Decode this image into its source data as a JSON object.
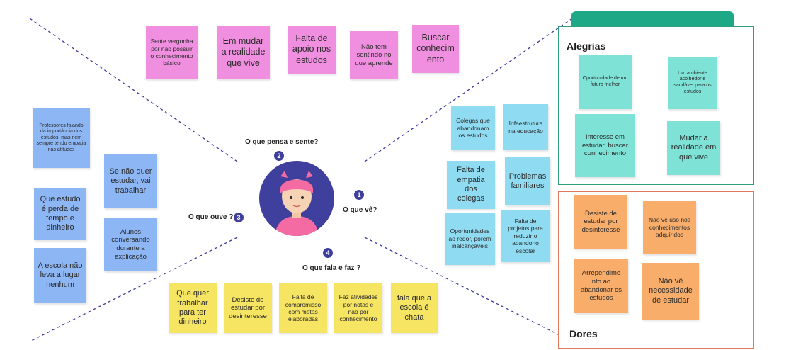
{
  "center": {
    "questions": {
      "think_feel": "O que pensa e sente?",
      "see": "O que vê?",
      "hear": "O que ouve ?",
      "say_do": "O que fala e faz ?"
    },
    "numbers": [
      "1",
      "2",
      "3",
      "4"
    ],
    "avatar_icon": "person-avatar-icon",
    "colors": {
      "circle": "#3f3f9e",
      "dashes": "#3a3aa0"
    }
  },
  "think_feel": {
    "notes": [
      "Sente vergonha por não possuir o conhecimento básico",
      "Em mudar a realidade que vive",
      "Falta de apoio nos estudos",
      "Não tem sentindo no que aprende",
      "Buscar conhecim ento"
    ]
  },
  "hear": {
    "notes": [
      "Professores falando da importância dos estudos, mas nem sempre tendo empatia nas atitudes",
      "Se não quer estudar, vai trabalhar",
      "Que estudo é perda de tempo e dinheiro",
      "Alunos conversando durante a explicação",
      "A escola não leva a lugar nenhum"
    ]
  },
  "see": {
    "notes": [
      "Colegas que abandonam os estudos",
      "Infaestrutura na educação",
      "Falta de empatia dos colegas",
      "Problemas familiares",
      "Oportunidades ao redor, porém inalcançáveis",
      "Falta de projetos para reduzir o abandono escolar"
    ]
  },
  "say_do": {
    "notes": [
      "Que quer trabalhar para ter dinheiro",
      "Desiste de estudar por desinteresse",
      "Falta de compromisso com metas elaboradas",
      "Faz atividades por notas e não por conhecimento",
      "fala que a escola é chata"
    ]
  },
  "gains": {
    "title": "Alegrias",
    "notes": [
      "Oportunidade de um futuro melhor",
      "Um ambiente acolhedor e saudável para os estudos",
      "Interesse em estudar, buscar conhecimento",
      "Mudar a realidade em que vive"
    ],
    "colors": {
      "border": "#2f9e7a",
      "tab": "#1fa885"
    }
  },
  "pains": {
    "title": "Dores",
    "notes": [
      "Desiste de estudar por desinteresse",
      "Não vê uso nos conhecimentos adquiridos",
      "Arrependime nto ao abandonar os estudos",
      "Não vê necessidade de estudar"
    ],
    "colors": {
      "border": "#e07a5f"
    }
  }
}
